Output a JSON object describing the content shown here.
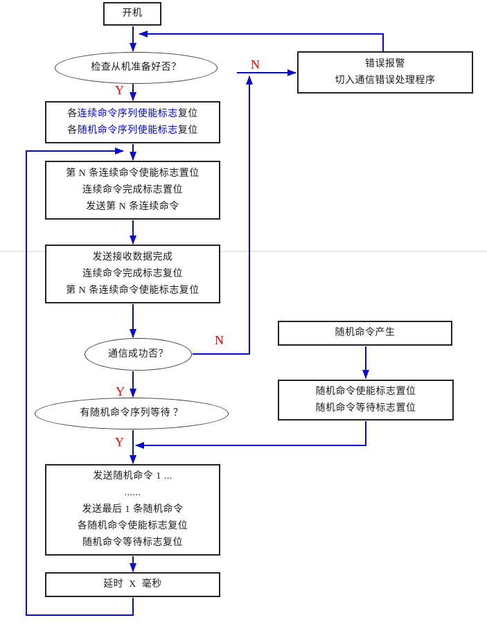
{
  "colors": {
    "connector_blue": "#0b0bd0",
    "highlight_blue": "#0000ee",
    "branch_red": "#ee0000",
    "border_dark": "#222222",
    "text_black": "#1a1a1a"
  },
  "nodes": {
    "start": {
      "label": "开机"
    },
    "check_slave": {
      "label": "检查从机准备好否？"
    },
    "reset_enable_flags": {
      "lines": [
        {
          "pre": "各",
          "em": "连续命令序列使能标志",
          "post": "复位"
        },
        {
          "pre": "各",
          "em": "随机命令序列使能标志",
          "post": "复位"
        }
      ]
    },
    "send_nth_cmd": {
      "lines": [
        "第 N 条连续命令使能标志置位",
        "连续命令完成标志置位",
        "发送第 N 条连续命令"
      ]
    },
    "data_done": {
      "lines": [
        "发送接收数据完成",
        "连续命令完成标志复位",
        "第 N 条连续命令使能标志复位"
      ]
    },
    "comm_ok": {
      "label": "通信成功否？"
    },
    "random_wait": {
      "label": "有随机命令序列等待 ？"
    },
    "send_random": {
      "lines": [
        "发送随机命令 1 ...",
        "......",
        "发送最后 1 条随机命令",
        "各随机命令使能标志复位",
        "随机命令等待标志复位"
      ]
    },
    "delay": {
      "label": "延时  X  毫秒"
    },
    "error_alarm": {
      "lines": [
        "错误报警",
        "切入通信错误处理程序"
      ]
    },
    "random_generated": {
      "label": "随机命令产生"
    },
    "random_flags_set": {
      "lines": [
        "随机命令使能标志置位",
        "随机命令等待标志置位"
      ]
    }
  },
  "branch_labels": {
    "check_slave_no": "N",
    "check_slave_yes": "Y",
    "comm_ok_no": "N",
    "comm_ok_yes": "Y",
    "random_wait_yes": "Y"
  }
}
